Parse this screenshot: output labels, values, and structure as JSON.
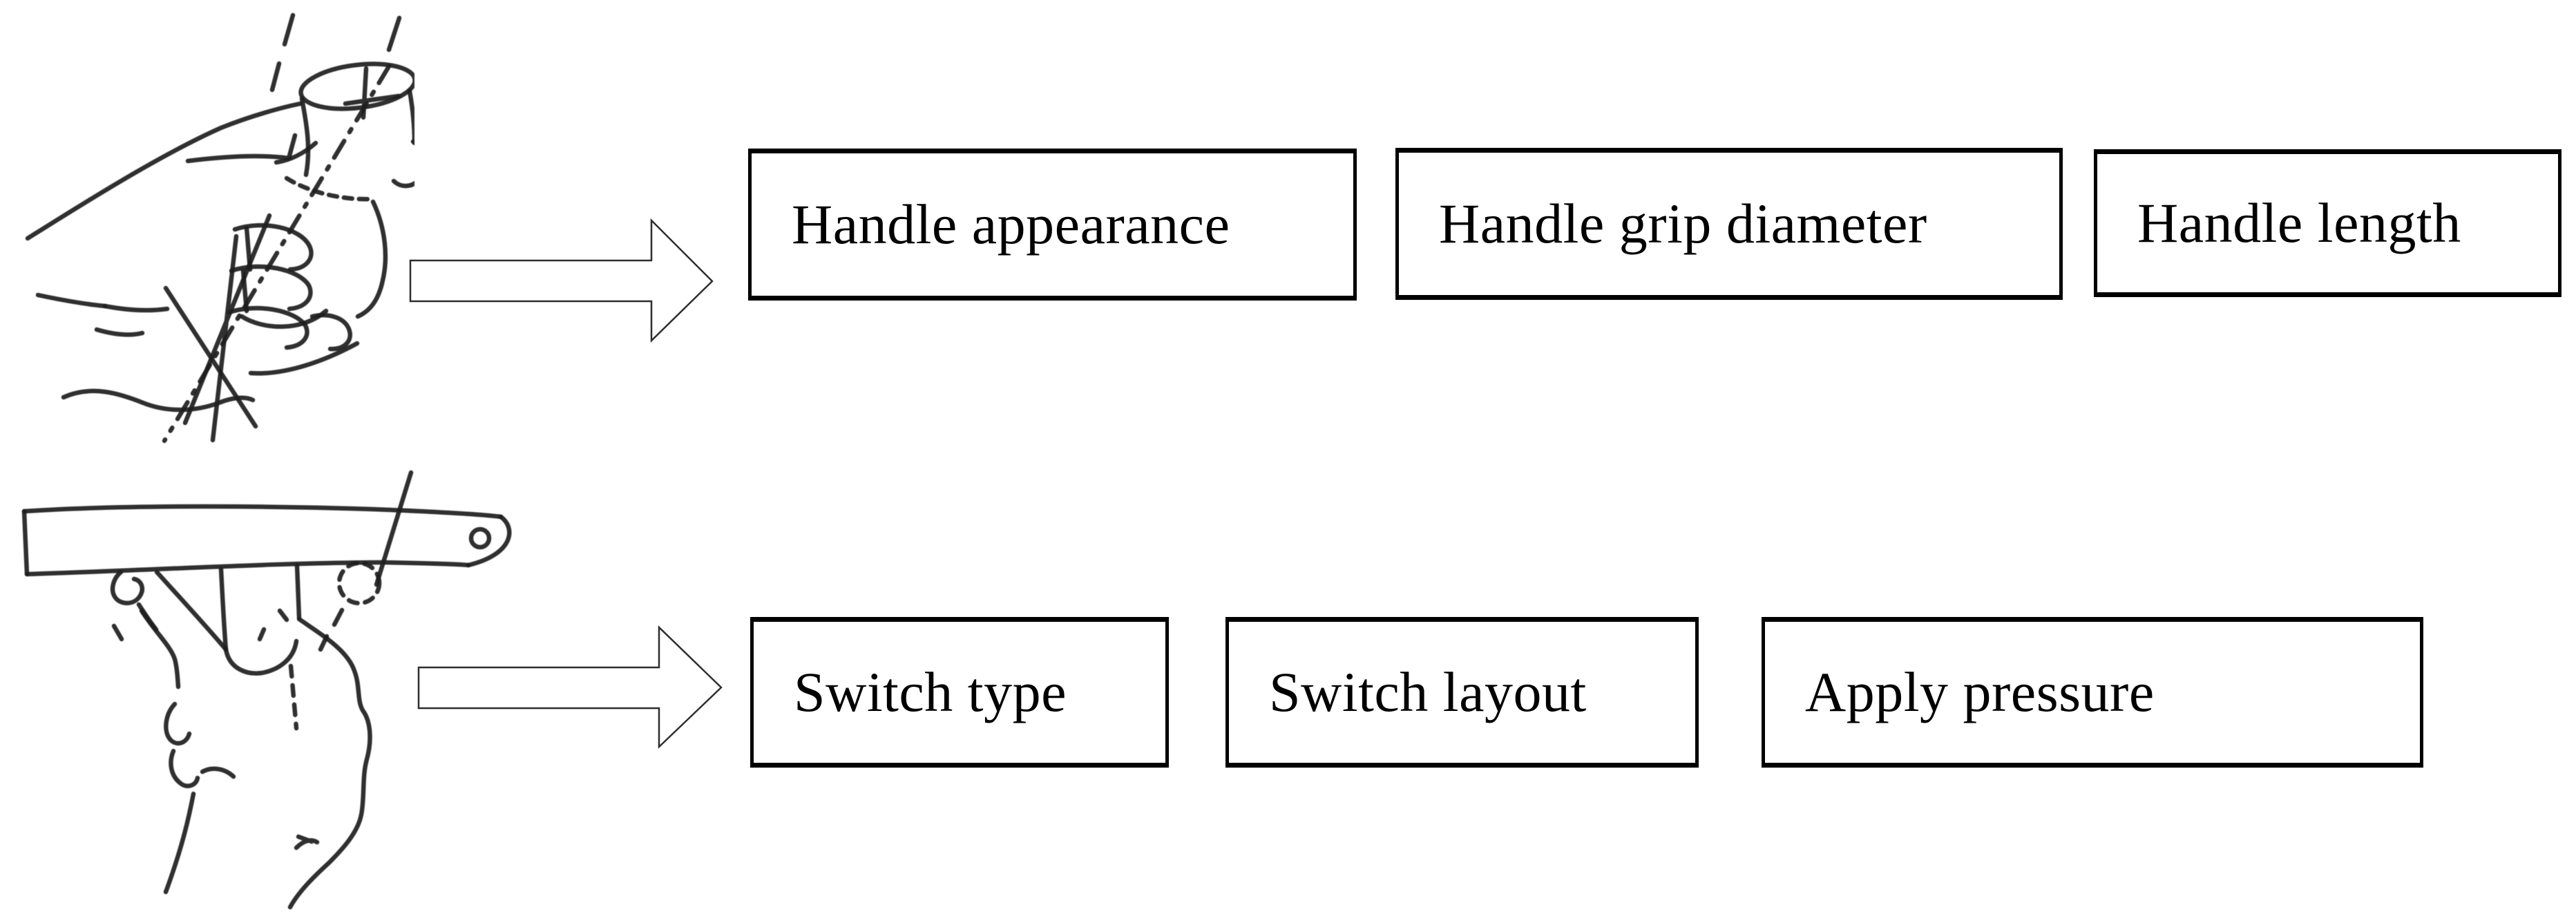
{
  "figure": {
    "description": "Figure mapping two tool-grip postures to design factors",
    "background": "#ffffff",
    "colors": {
      "box_border": "#000000",
      "text": "#000000",
      "sketch_line": "#1e1e1e",
      "arrow_outline": "#2e2e2e",
      "arrow_fill": "#ffffff"
    },
    "rows": [
      {
        "illustration": "hand gripping a cylindrical tool handle (power grip)",
        "arrow": "block-arrow-right",
        "boxes": [
          {
            "label": "Handle appearance"
          },
          {
            "label": "Handle grip diameter"
          },
          {
            "label": "Handle length"
          }
        ]
      },
      {
        "illustration": "hand gripping a handle under a flat switch bar",
        "arrow": "block-arrow-right",
        "boxes": [
          {
            "label": "Switch type"
          },
          {
            "label": "Switch layout"
          },
          {
            "label": "Apply pressure"
          }
        ]
      }
    ]
  }
}
